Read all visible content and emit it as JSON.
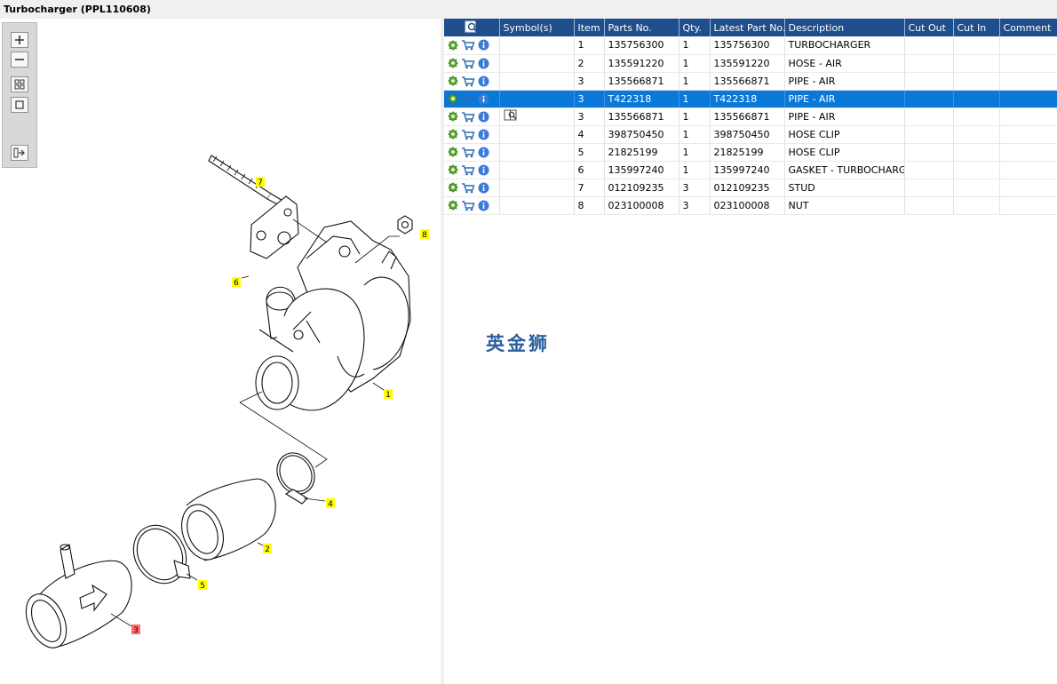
{
  "window": {
    "title": "Turbocharger (PPL110608)"
  },
  "toolbar": {
    "buttons": [
      {
        "name": "zoom-in",
        "icon": "plus-icon"
      },
      {
        "name": "zoom-out",
        "icon": "minus-icon"
      },
      {
        "name": "fit-page",
        "icon": "grid-icon"
      },
      {
        "name": "actual-size",
        "icon": "square-icon"
      },
      {
        "name": "split-view",
        "icon": "split-arrow-icon"
      }
    ]
  },
  "diagram": {
    "callouts": [
      {
        "label": "7",
        "highlight": "yellow"
      },
      {
        "label": "8",
        "highlight": "yellow"
      },
      {
        "label": "6",
        "highlight": "yellow"
      },
      {
        "label": "1",
        "highlight": "yellow"
      },
      {
        "label": "4",
        "highlight": "yellow"
      },
      {
        "label": "2",
        "highlight": "yellow"
      },
      {
        "label": "5",
        "highlight": "yellow"
      },
      {
        "label": "3",
        "highlight": "red"
      }
    ]
  },
  "table": {
    "headers": [
      "",
      "Symbol(s)",
      "Item",
      "Parts No.",
      "Qty.",
      "Latest Part No.",
      "Description",
      "Cut Out",
      "Cut In",
      "Comment"
    ],
    "rows": [
      {
        "item": "1",
        "part_no": "135756300",
        "qty": "1",
        "latest": "135756300",
        "description": "TURBOCHARGER",
        "selected": false,
        "symbol": ""
      },
      {
        "item": "2",
        "part_no": "135591220",
        "qty": "1",
        "latest": "135591220",
        "description": "HOSE - AIR",
        "selected": false,
        "symbol": ""
      },
      {
        "item": "3",
        "part_no": "135566871",
        "qty": "1",
        "latest": "135566871",
        "description": "PIPE - AIR",
        "selected": false,
        "symbol": ""
      },
      {
        "item": "3",
        "part_no": "T422318",
        "qty": "1",
        "latest": "T422318",
        "description": "PIPE - AIR",
        "selected": true,
        "symbol": ""
      },
      {
        "item": "3",
        "part_no": "135566871",
        "qty": "1",
        "latest": "135566871",
        "description": "PIPE - AIR",
        "selected": false,
        "symbol": "book-search-icon"
      },
      {
        "item": "4",
        "part_no": "398750450",
        "qty": "1",
        "latest": "398750450",
        "description": "HOSE CLIP",
        "selected": false,
        "symbol": ""
      },
      {
        "item": "5",
        "part_no": "21825199",
        "qty": "1",
        "latest": "21825199",
        "description": "HOSE CLIP",
        "selected": false,
        "symbol": ""
      },
      {
        "item": "6",
        "part_no": "135997240",
        "qty": "1",
        "latest": "135997240",
        "description": "GASKET - TURBOCHARGER",
        "selected": false,
        "symbol": ""
      },
      {
        "item": "7",
        "part_no": "012109235",
        "qty": "3",
        "latest": "012109235",
        "description": "STUD",
        "selected": false,
        "symbol": ""
      },
      {
        "item": "8",
        "part_no": "023100008",
        "qty": "3",
        "latest": "023100008",
        "description": "NUT",
        "selected": false,
        "symbol": ""
      }
    ]
  },
  "watermark": {
    "text": "英金狮"
  },
  "colors": {
    "header": "#1f4e8c",
    "selected_row": "#0a78d7",
    "callout_yellow": "#ffff00",
    "callout_red": "#ff6a6a"
  }
}
